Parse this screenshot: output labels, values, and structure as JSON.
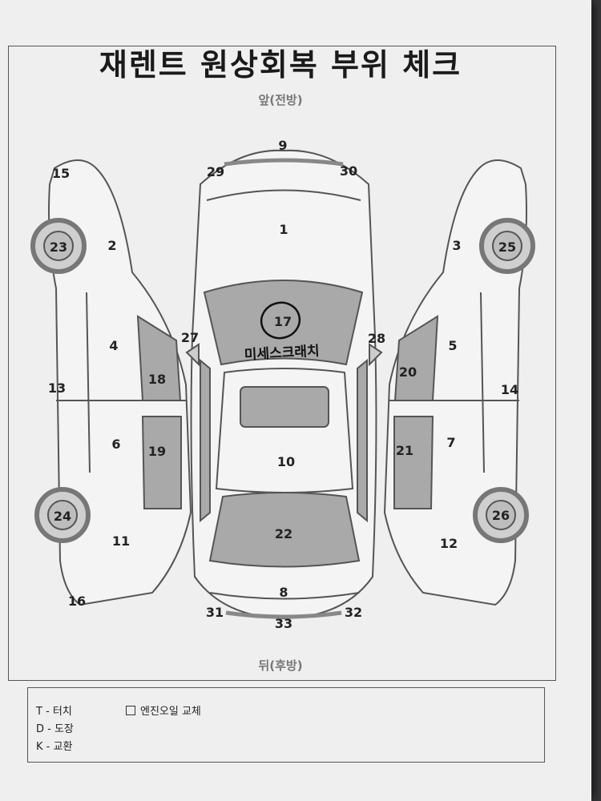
{
  "title": "재렌트 원상회복 부위 체크",
  "front_label": "앞(전방)",
  "rear_label": "뒤(후방)",
  "parts": [
    "1",
    "2",
    "3",
    "4",
    "5",
    "6",
    "7",
    "8",
    "9",
    "10",
    "11",
    "12",
    "13",
    "14",
    "15",
    "16",
    "17",
    "18",
    "19",
    "20",
    "21",
    "22",
    "23",
    "24",
    "25",
    "26",
    "27",
    "28",
    "29",
    "30",
    "31",
    "32",
    "33"
  ],
  "handwritten_note": "미세스크래치",
  "legend": {
    "touch": "T - 터치",
    "paint": "D - 도장",
    "replace": "K - 교환",
    "engine_oil": "엔진오일 교체"
  },
  "colors": {
    "panel_fill": "#a9a9a9",
    "line": "#555555",
    "paper": "#efefef"
  }
}
